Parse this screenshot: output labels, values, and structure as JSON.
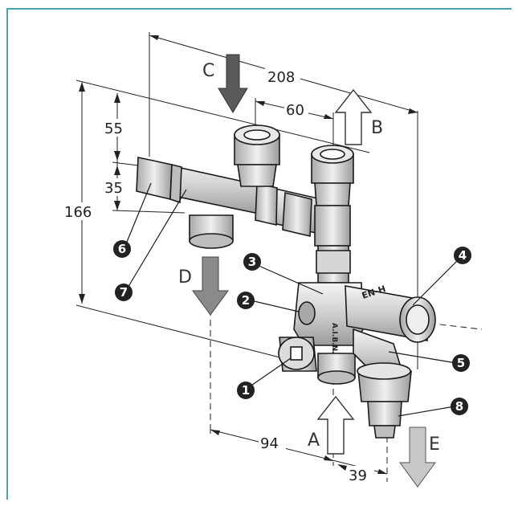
{
  "colors": {
    "frame": "#4fa3b0",
    "arrow_dark": "#5a5a5a",
    "arrow_mid": "#8a8a8a",
    "arrow_light": "#c8c8c8",
    "badge": "#222222"
  },
  "dimensions": {
    "overall_width": "208",
    "inlet_spacing": "60",
    "height_top": "55",
    "height_mid": "35",
    "total_height": "166",
    "bottom_width": "94",
    "bottom_offset": "39"
  },
  "flow_arrows": {
    "a": "A",
    "b": "B",
    "c": "C",
    "d": "D",
    "e": "E"
  },
  "parts": {
    "p1": "1",
    "p2": "2",
    "p3": "3",
    "p4": "4",
    "p5": "5",
    "p6": "6",
    "p7": "7",
    "p8": "8"
  },
  "valve_markings": {
    "body_label": "EN-H",
    "side_label": "A.I.B.N."
  }
}
